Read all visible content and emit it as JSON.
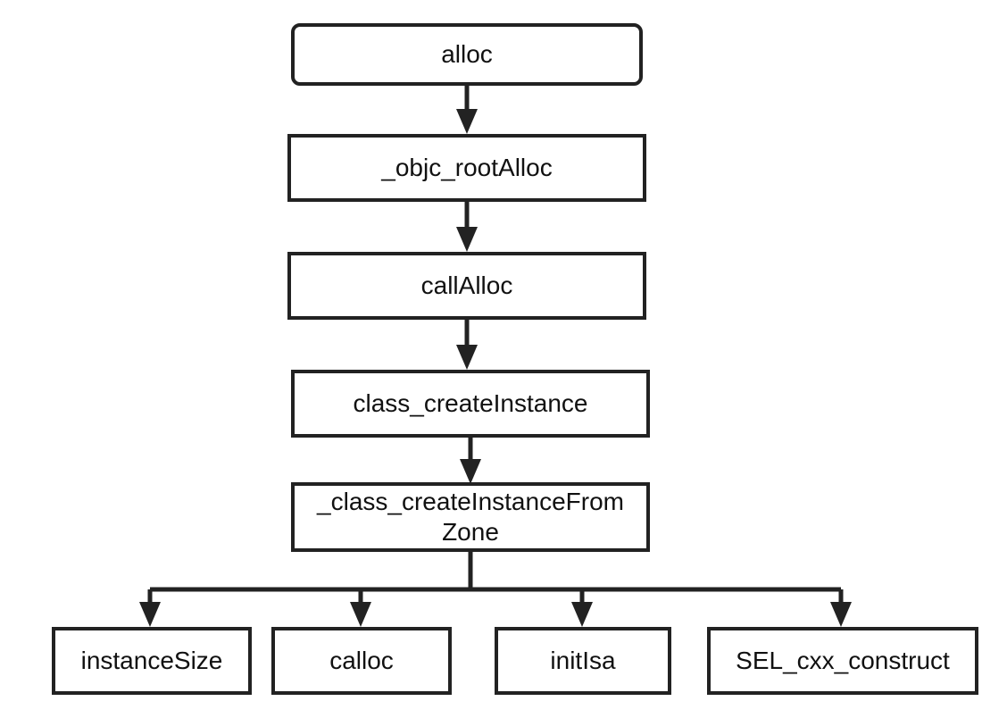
{
  "diagram": {
    "nodes": {
      "alloc": "alloc",
      "objc_rootAlloc": "_objc_rootAlloc",
      "callAlloc": "callAlloc",
      "class_createInstance": "class_createInstance",
      "class_createInstanceFromZone": "_class_createInstanceFrom\nZone",
      "instanceSize": "instanceSize",
      "calloc": "calloc",
      "initIsa": "initIsa",
      "sel_cxx_construct": "SEL_cxx_construct"
    },
    "edges": [
      {
        "from": "alloc",
        "to": "objc_rootAlloc"
      },
      {
        "from": "objc_rootAlloc",
        "to": "callAlloc"
      },
      {
        "from": "callAlloc",
        "to": "class_createInstance"
      },
      {
        "from": "class_createInstance",
        "to": "class_createInstanceFromZone"
      },
      {
        "from": "class_createInstanceFromZone",
        "to": "instanceSize"
      },
      {
        "from": "class_createInstanceFromZone",
        "to": "calloc"
      },
      {
        "from": "class_createInstanceFromZone",
        "to": "initIsa"
      },
      {
        "from": "class_createInstanceFromZone",
        "to": "sel_cxx_construct"
      }
    ],
    "colors": {
      "stroke": "#222222",
      "text": "#111111",
      "background": "#ffffff"
    }
  }
}
